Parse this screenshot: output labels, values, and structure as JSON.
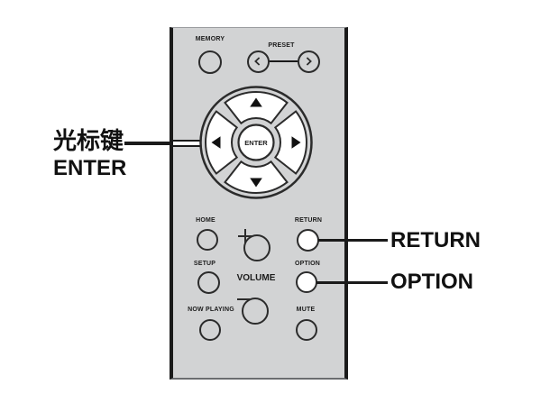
{
  "figure": {
    "kind": "remote-control-diagram",
    "body_color": "#d2d3d4",
    "outline_color": "#2b2b2b",
    "highlight_color": "#ffffff"
  },
  "remote": {
    "buttons": {
      "memory": {
        "label": "MEMORY"
      },
      "preset": {
        "label": "PRESET"
      },
      "home": {
        "label": "HOME"
      },
      "return": {
        "label": "RETURN"
      },
      "setup": {
        "label": "SETUP"
      },
      "option": {
        "label": "OPTION"
      },
      "now_playing": {
        "label": "NOW PLAYING"
      },
      "mute": {
        "label": "MUTE"
      },
      "volume": {
        "label": "VOLUME"
      },
      "dpad": {
        "center_label": "ENTER"
      }
    },
    "icons": {
      "preset_left": "chevron-left",
      "preset_right": "chevron-right",
      "dpad_up": "triangle-up",
      "dpad_down": "triangle-down",
      "dpad_left": "triangle-left",
      "dpad_right": "triangle-right",
      "volume_plus": "plus",
      "volume_minus": "minus"
    }
  },
  "callouts": {
    "cursor": {
      "line1": "光标键",
      "line2": "ENTER"
    },
    "return": {
      "label": "RETURN"
    },
    "option": {
      "label": "OPTION"
    }
  }
}
